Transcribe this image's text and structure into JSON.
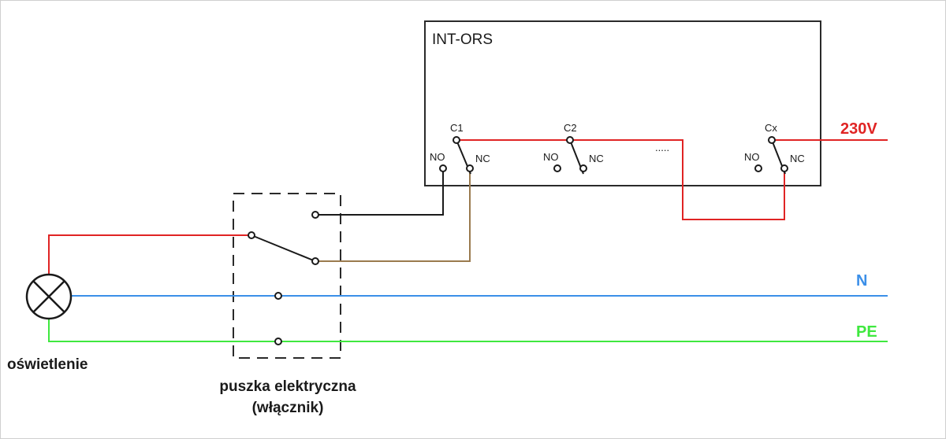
{
  "module": {
    "title": "INT-ORS",
    "relays": [
      {
        "common": "C1",
        "no": "NO",
        "nc": "NC"
      },
      {
        "common": "C2",
        "no": "NO",
        "nc": "NC"
      },
      {
        "common": "Cx",
        "no": "NO",
        "nc": "NC"
      }
    ],
    "ellipsis": "....."
  },
  "supply": {
    "phase": "230V",
    "neutral": "N",
    "protective_earth": "PE"
  },
  "lamp": {
    "label": "oświetlenie"
  },
  "switch_box": {
    "label_line1": "puszka elektryczna",
    "label_line2": "(włącznik)"
  },
  "colors": {
    "phase": "#e02424",
    "neutral": "#3b8fe8",
    "earth": "#3fe83f",
    "traveler_no": "#1a1a1a",
    "traveler_nc": "#9a7a4e",
    "outline": "#2a2a2a"
  }
}
